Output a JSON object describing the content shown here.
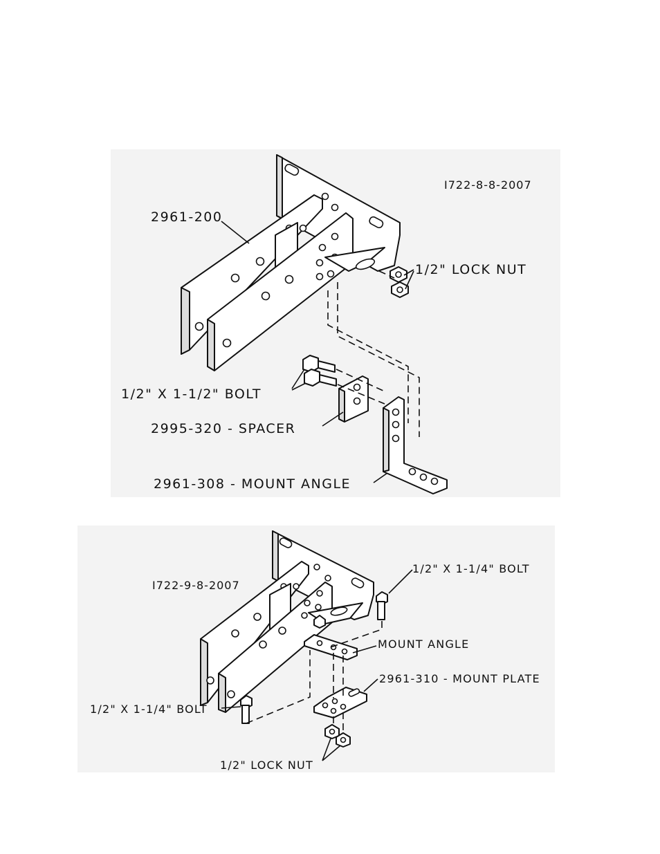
{
  "figure_top": {
    "drawing_id": "I722-8-8-2007",
    "labels": {
      "bracket": "2961-200",
      "lock_nut": "1/2\" LOCK NUT",
      "bolt": "1/2\" X 1-1/2\" BOLT",
      "spacer": "2995-320 - SPACER",
      "mount_angle": "2961-308 - MOUNT ANGLE"
    }
  },
  "figure_bottom": {
    "drawing_id": "I722-9-8-2007",
    "labels": {
      "bolt_top": "1/2\" X 1-1/4\" BOLT",
      "mount_angle": "MOUNT ANGLE",
      "mount_plate": "2961-310 - MOUNT PLATE",
      "bolt_left": "1/2\" X 1-1/4\" BOLT",
      "lock_nut": "1/2\" LOCK NUT"
    }
  }
}
